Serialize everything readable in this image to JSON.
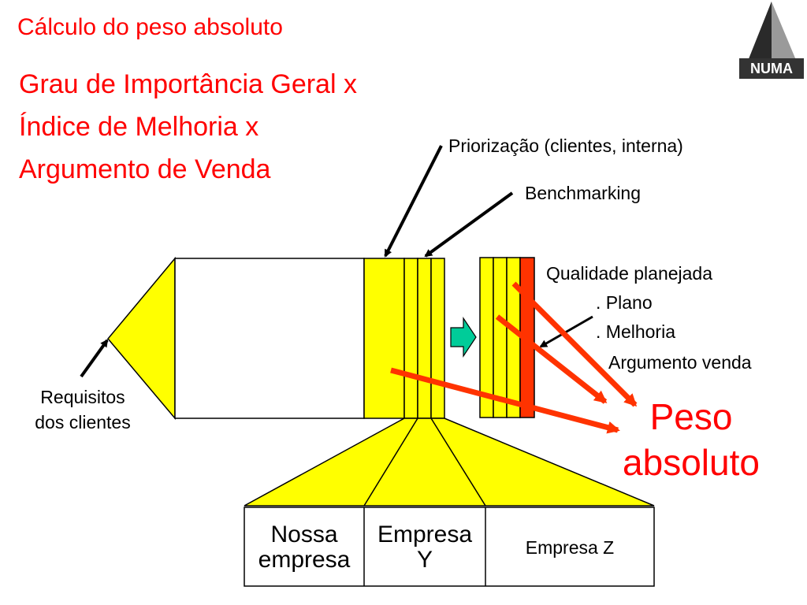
{
  "slide": {
    "title": "Cálculo do peso absoluto",
    "subtitle_lines": [
      "Grau de Importância Geral x",
      "Índice de Melhoria x",
      "Argumento de Venda"
    ]
  },
  "logo": {
    "text": "NUMA"
  },
  "labels": {
    "priorizacao": "Priorização (clientes, interna)",
    "benchmarking": "Benchmarking",
    "qualidade": "Qualidade planejada",
    "plano": ". Plano",
    "melhoria": ". Melhoria",
    "argumento": "Argumento venda",
    "peso_lines": [
      "Peso",
      "absoluto"
    ],
    "requisitos_lines": [
      "Requisitos",
      "dos clientes"
    ]
  },
  "table": {
    "nossa_lines": [
      "Nossa",
      "empresa"
    ],
    "empresa_y_lines": [
      "Empresa",
      "Y"
    ],
    "empresa_z": "Empresa Z"
  },
  "colors": {
    "red": "#ff0000",
    "yellow": "#ffff00",
    "arrow_orange": "#ff3300",
    "green_arrow": "#00cc99",
    "logo_dark": "#333333"
  }
}
